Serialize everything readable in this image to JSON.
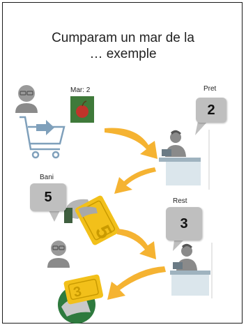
{
  "title": {
    "line1": "Cumparam un mar de la",
    "line2": "… exemple"
  },
  "labels": {
    "apple": "Mar: 2",
    "price": "Pret",
    "money": "Bani",
    "change": "Rest"
  },
  "bubbles": {
    "price": "2",
    "money": "5",
    "change": "3"
  },
  "tickets": {
    "pay": "5",
    "change": "3"
  },
  "colors": {
    "arrow": "#f5b332",
    "bubble": "#bfbfbf",
    "person": "#8a8a8a",
    "cart": "#7fa0bb",
    "counter": "#dbe6ec",
    "ticket": "#f2c01a",
    "apple_bg": "#3f7a3a",
    "apple": "#c0342a"
  },
  "icons": [
    "customer-icon",
    "shopping-cart-icon",
    "apple-icon",
    "cashier-icon",
    "hand-paying-icon",
    "hand-receiving-icon",
    "arrow-icon"
  ]
}
